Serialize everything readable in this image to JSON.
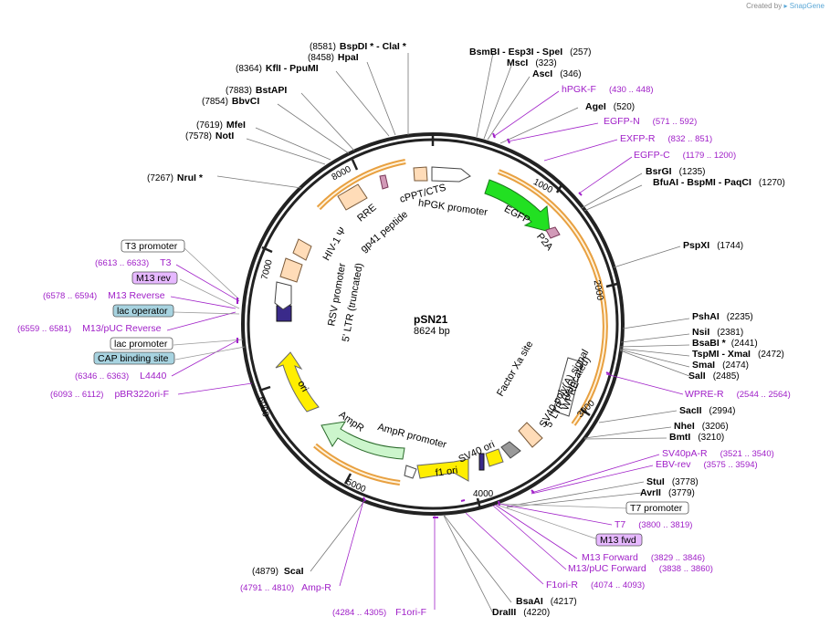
{
  "credit": {
    "prefix": "Created by",
    "brand": "SnapGene"
  },
  "plasmid": {
    "name": "pSN21",
    "length": "8624 bp"
  },
  "ticks": [
    "1000",
    "2000",
    "3000",
    "4000",
    "5000",
    "6000",
    "7000",
    "8000"
  ],
  "features": {
    "cppt": "cPPT/CTS",
    "hpgk": "hPGK promoter",
    "egfp": "EGFP",
    "p2a": "P2A",
    "wpre": "WPRE",
    "ltr3": "5' LTR (truncated)",
    "sv40pa": "SV40 poly(A) signal",
    "factorxa": "Factor Xa site",
    "sv40ori": "SV40 ori",
    "f1ori": "f1 ori",
    "amprprom": "AmpR promoter",
    "ampr": "AmpR",
    "ori": "ori",
    "ltr5": "5' LTR (truncated)",
    "rsv": "RSV promoter",
    "hiv": "HIV-1 Ψ",
    "rre": "RRE",
    "gp41": "gp41 peptide"
  },
  "sites": [
    {
      "pos": "(8581)",
      "name": "BspDI * - ClaI *",
      "extra": ""
    },
    {
      "pos": "(8458)",
      "name": "HpaI",
      "extra": ""
    },
    {
      "pos": "(8364)",
      "name": "KflI - PpuMI",
      "extra": ""
    },
    {
      "pos": "(7883)",
      "name": "BstAPI",
      "extra": ""
    },
    {
      "pos": "(7854)",
      "name": "BbvCI",
      "extra": ""
    },
    {
      "pos": "(7619)",
      "name": "MfeI",
      "extra": ""
    },
    {
      "pos": "(7578)",
      "name": "NotI",
      "extra": ""
    },
    {
      "pos": "(7267)",
      "name": "NruI *",
      "extra": ""
    },
    {
      "pos": "",
      "name": "BsmBI - Esp3I - SpeI",
      "extra": "(257)"
    },
    {
      "pos": "",
      "name": "MscI",
      "extra": "(323)"
    },
    {
      "pos": "",
      "name": "AscI",
      "extra": "(346)"
    },
    {
      "pos": "",
      "name": "AgeI",
      "extra": "(520)"
    },
    {
      "pos": "",
      "name": "BsrGI",
      "extra": "(1235)"
    },
    {
      "pos": "",
      "name": "BfuAI - BspMI - PaqCI",
      "extra": "(1270)"
    },
    {
      "pos": "",
      "name": "PspXI",
      "extra": "(1744)"
    },
    {
      "pos": "",
      "name": "PshAI",
      "extra": "(2235)"
    },
    {
      "pos": "",
      "name": "NsiI",
      "extra": "(2381)"
    },
    {
      "pos": "",
      "name": "BsaBI *",
      "extra": "(2441)"
    },
    {
      "pos": "",
      "name": "TspMI - XmaI",
      "extra": "(2472)"
    },
    {
      "pos": "",
      "name": "SmaI",
      "extra": "(2474)"
    },
    {
      "pos": "",
      "name": "SalI",
      "extra": "(2485)"
    },
    {
      "pos": "",
      "name": "SacII",
      "extra": "(2994)"
    },
    {
      "pos": "",
      "name": "NheI",
      "extra": "(3206)"
    },
    {
      "pos": "",
      "name": "BmtI",
      "extra": "(3210)"
    },
    {
      "pos": "",
      "name": "StuI",
      "extra": "(3778)"
    },
    {
      "pos": "",
      "name": "AvrII",
      "extra": "(3779)"
    },
    {
      "pos": "",
      "name": "BsaAI",
      "extra": "(4217)"
    },
    {
      "pos": "",
      "name": "DraIII",
      "extra": "(4220)"
    },
    {
      "pos": "(4879)",
      "name": "ScaI",
      "extra": ""
    }
  ],
  "primers": [
    {
      "name": "hPGK-F",
      "range": "(430 .. 448)"
    },
    {
      "name": "EGFP-N",
      "range": "(571 .. 592)"
    },
    {
      "name": "EXFP-R",
      "range": "(832 .. 851)"
    },
    {
      "name": "EGFP-C",
      "range": "(1179 .. 1200)"
    },
    {
      "name": "WPRE-R",
      "range": "(2544 .. 2564)"
    },
    {
      "name": "SV40pA-R",
      "range": "(3521 .. 3540)"
    },
    {
      "name": "EBV-rev",
      "range": "(3575 .. 3594)"
    },
    {
      "name": "T7",
      "range": "(3800 .. 3819)"
    },
    {
      "name": "M13 Forward",
      "range": "(3829 .. 3846)"
    },
    {
      "name": "M13/pUC Forward",
      "range": "(3838 .. 3860)"
    },
    {
      "name": "F1ori-R",
      "range": "(4074 .. 4093)"
    },
    {
      "name": "F1ori-F",
      "range": "(4284 .. 4305)"
    },
    {
      "name": "Amp-R",
      "range": "(4791 .. 4810)"
    },
    {
      "name": "pBR322ori-F",
      "range": "(6093 .. 6112)"
    },
    {
      "name": "L4440",
      "range": "(6346 .. 6363)"
    },
    {
      "name": "M13/pUC Reverse",
      "range": "(6559 .. 6581)"
    },
    {
      "name": "M13 Reverse",
      "range": "(6578 .. 6594)"
    },
    {
      "name": "T3",
      "range": "(6613 .. 6633)"
    }
  ],
  "boxes": {
    "t3promoter": "T3 promoter",
    "m13rev": "M13 rev",
    "lacop": "lac operator",
    "lacprom": "lac promoter",
    "cap": "CAP binding site",
    "t7promoter": "T7 promoter",
    "m13fwd": "M13 fwd"
  },
  "colors": {
    "egfp": "#22e022",
    "ori": "#ffee00",
    "ampr": "#ccf5cc",
    "misc": "#ffdcb8",
    "primer": "#a020c8",
    "orangeArc": "#e8a040"
  }
}
